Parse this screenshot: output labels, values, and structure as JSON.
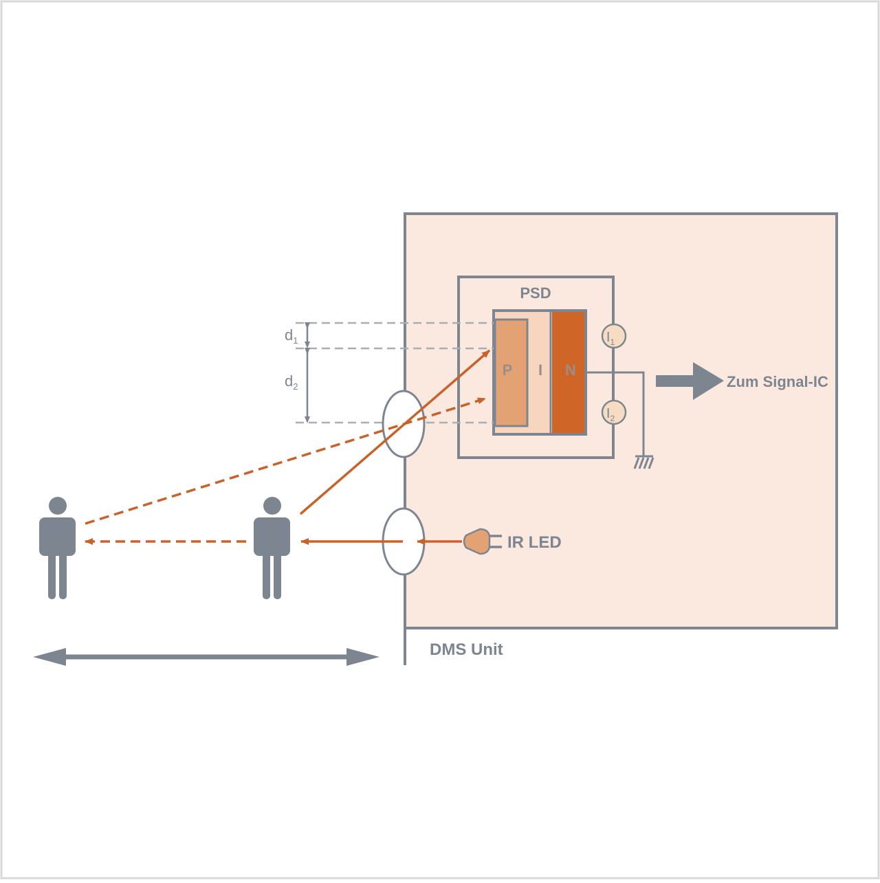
{
  "labels": {
    "psd": "PSD",
    "d1_main": "d",
    "d1_sub": "1",
    "d2_main": "d",
    "d2_sub": "2",
    "layer_p": "P",
    "layer_i": "I",
    "layer_n": "N",
    "i1_main": "I",
    "i1_sub": "1",
    "i2_main": "I",
    "i2_sub": "2",
    "signal_ic": "Zum Signal-IC",
    "ir_led": "IR LED",
    "dms_unit": "DMS Unit"
  },
  "colors": {
    "gray": "#7c8590",
    "orange": "#c8622a",
    "unit_fill": "#fbe9df",
    "p_layer": "#e3a274",
    "i_layer": "#f6d6bf",
    "n_layer": "#cf6526",
    "meter_fill": "#f6dcc2"
  }
}
